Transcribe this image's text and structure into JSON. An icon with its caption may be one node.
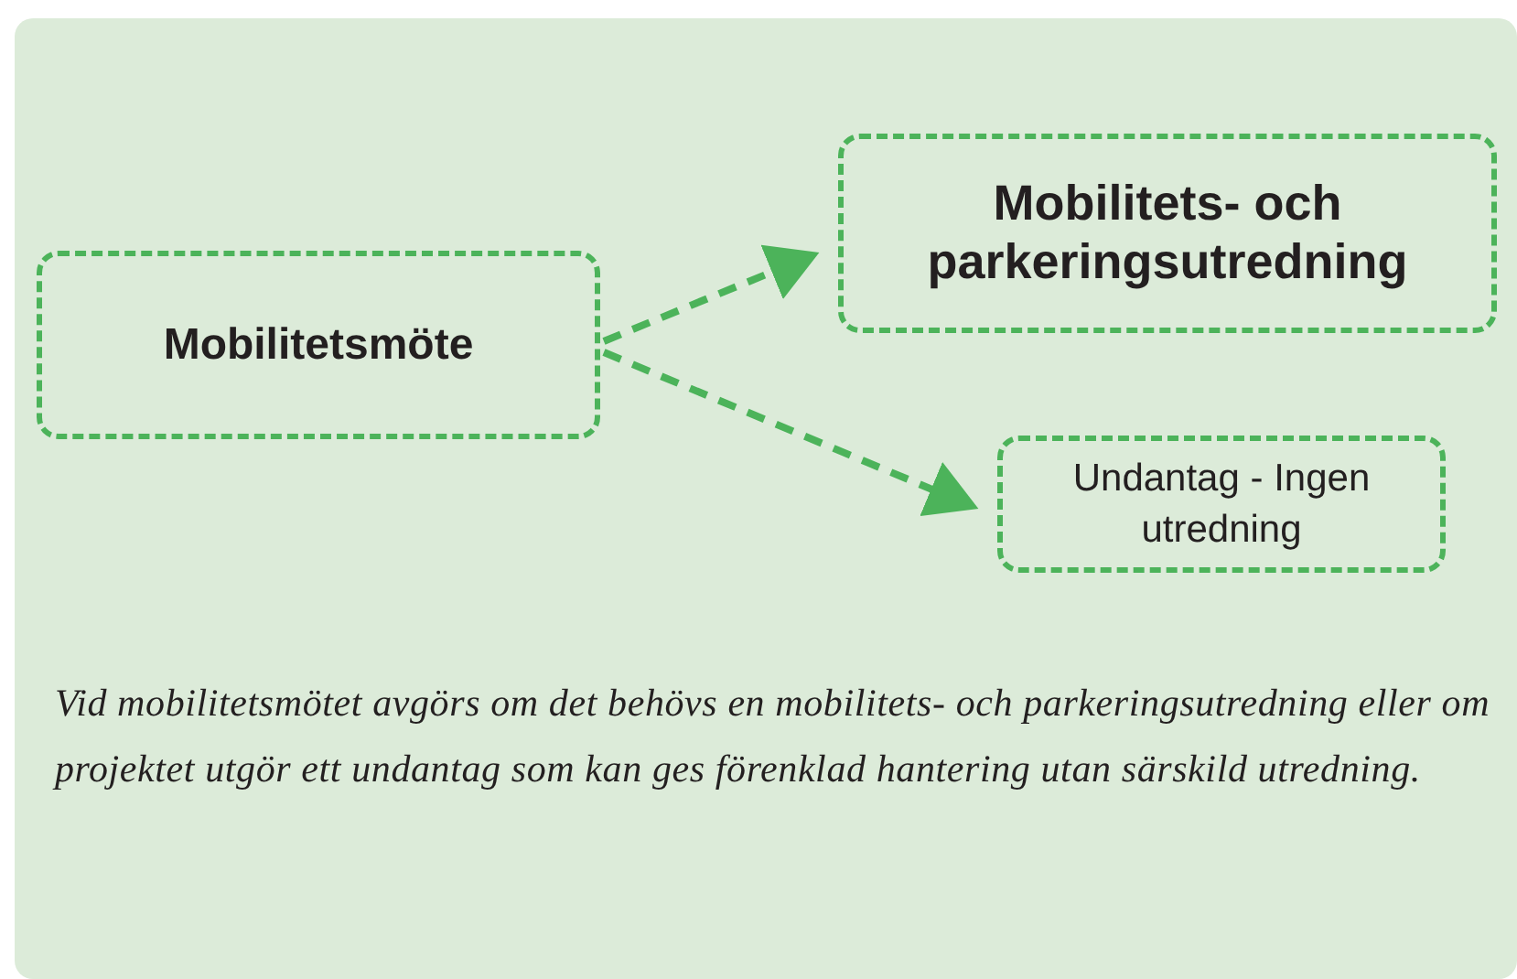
{
  "diagram": {
    "nodes": [
      {
        "text": [
          "Mobilitetsmöte"
        ]
      },
      {
        "text": [
          "Mobilitets- och parkeringsutredning"
        ]
      },
      {
        "text": [
          "Undantag - Ingen utredning"
        ]
      }
    ],
    "edges": [
      {
        "from": 0,
        "to": 1,
        "arrow": "to",
        "style": "dashed"
      },
      {
        "from": 0,
        "to": 2,
        "arrow": "to",
        "style": "dashed"
      }
    ],
    "caption": "Vid mobilitetsmötet avgörs om det behövs en mobilitets- och parkeringsutredning eller om projektet utgör ett undantag som kan ges förenklad hantering utan särskild utredning."
  }
}
